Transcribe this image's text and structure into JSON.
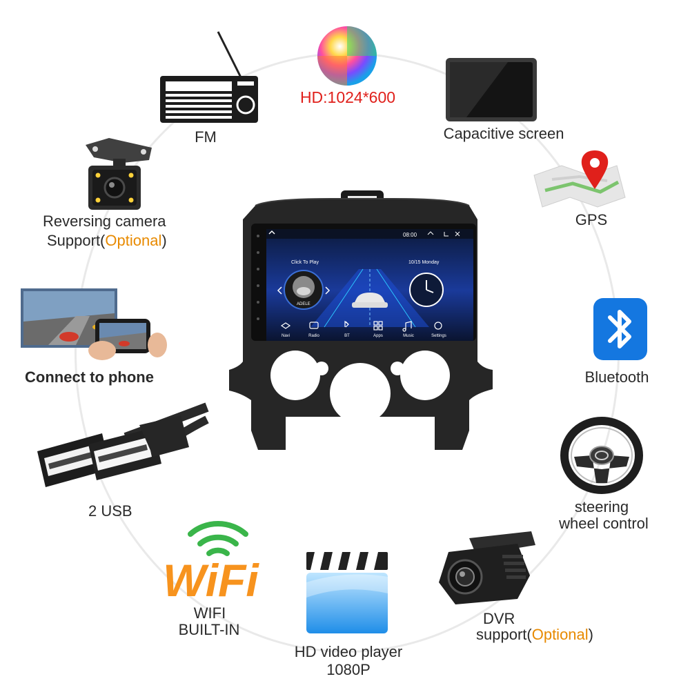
{
  "features": {
    "fm": {
      "label": "FM"
    },
    "hd": {
      "label": "HD:1024*600",
      "color": "#e0201b"
    },
    "capacitive": {
      "label": "Capacitive screen"
    },
    "gps": {
      "label": "GPS"
    },
    "bluetooth": {
      "label": "Bluetooth"
    },
    "steering": {
      "line1": "steering",
      "line2": "wheel control"
    },
    "dvr": {
      "line1": "DVR",
      "line2_prefix": "support(",
      "line2_optional": "Optional",
      "line2_suffix": ")"
    },
    "video": {
      "line1": "HD video player",
      "line2": "1080P"
    },
    "wifi": {
      "logo_text": "WiFi",
      "line1": "WIFI",
      "line2": "BUILT-IN"
    },
    "usb": {
      "label": "2 USB"
    },
    "phone": {
      "label": "Connect to phone"
    },
    "camera": {
      "line1": "Reversing camera",
      "line2_prefix": "Support(",
      "line2_optional": "Optional",
      "line2_suffix": ")"
    }
  },
  "headunit": {
    "status": {
      "time": "08:00"
    },
    "screen": {
      "click_to_play": "Click To Play",
      "date": "10/15 Monday",
      "artist": "ADELE"
    },
    "apps": [
      "Navi",
      "Radio",
      "BT",
      "Apps",
      "Music",
      "Settings"
    ]
  },
  "colors": {
    "optional": "#e88a00",
    "hd_red": "#e0201b",
    "bluetooth_blue": "#1477e0",
    "wifi_green": "#3ab54a",
    "wifi_orange": "#f7931e",
    "wifi_blue": "#1b75bc"
  }
}
